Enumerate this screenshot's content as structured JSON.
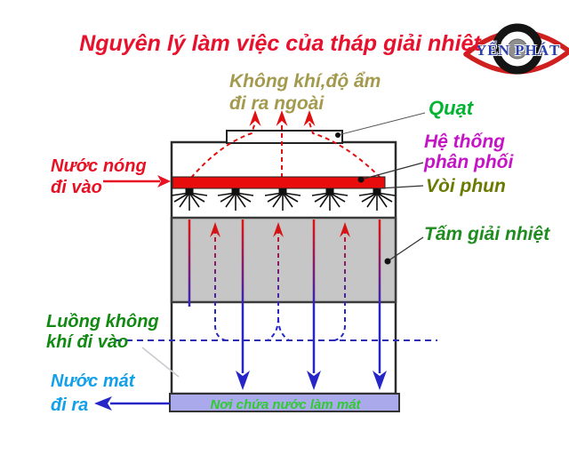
{
  "title": "Nguyên lý làm việc của tháp giải nhiệt",
  "logo": {
    "text": "YẾN PHÁT"
  },
  "labels": {
    "air_out": "Không khí,độ ẩm\nđi ra ngoài",
    "fan": "Quạt",
    "distribution": "Hệ thống\nphân phối",
    "nozzle": "Vòi phun",
    "fill_pack": "Tấm giải nhiệt",
    "hot_water_in": "Nước nóng\nđi vào",
    "air_in": "Luồng không\nkhí đi vào",
    "cool_water_out": "Nước mát\nđi ra",
    "basin": "Nơi chứa nước làm mát"
  },
  "colors": {
    "title_red": "#e8112d",
    "air_out_khaki": "#a39a4e",
    "fan_green": "#00b432",
    "distribution_magenta": "#c514c5",
    "nozzle_olive": "#6b7a00",
    "fill_green": "#1e8c1e",
    "hot_red": "#e81123",
    "air_in_green": "#108a10",
    "cool_blue": "#12a0ea",
    "basin_fill": "#a9a9ec",
    "basin_text_green": "#2fcc2f",
    "pack_gray": "#c6c6c6",
    "flow_blue": "#2525c8",
    "flow_red": "#dd1515",
    "logo_blue": "#2b3faa",
    "logo_red": "#cf1f1f"
  }
}
